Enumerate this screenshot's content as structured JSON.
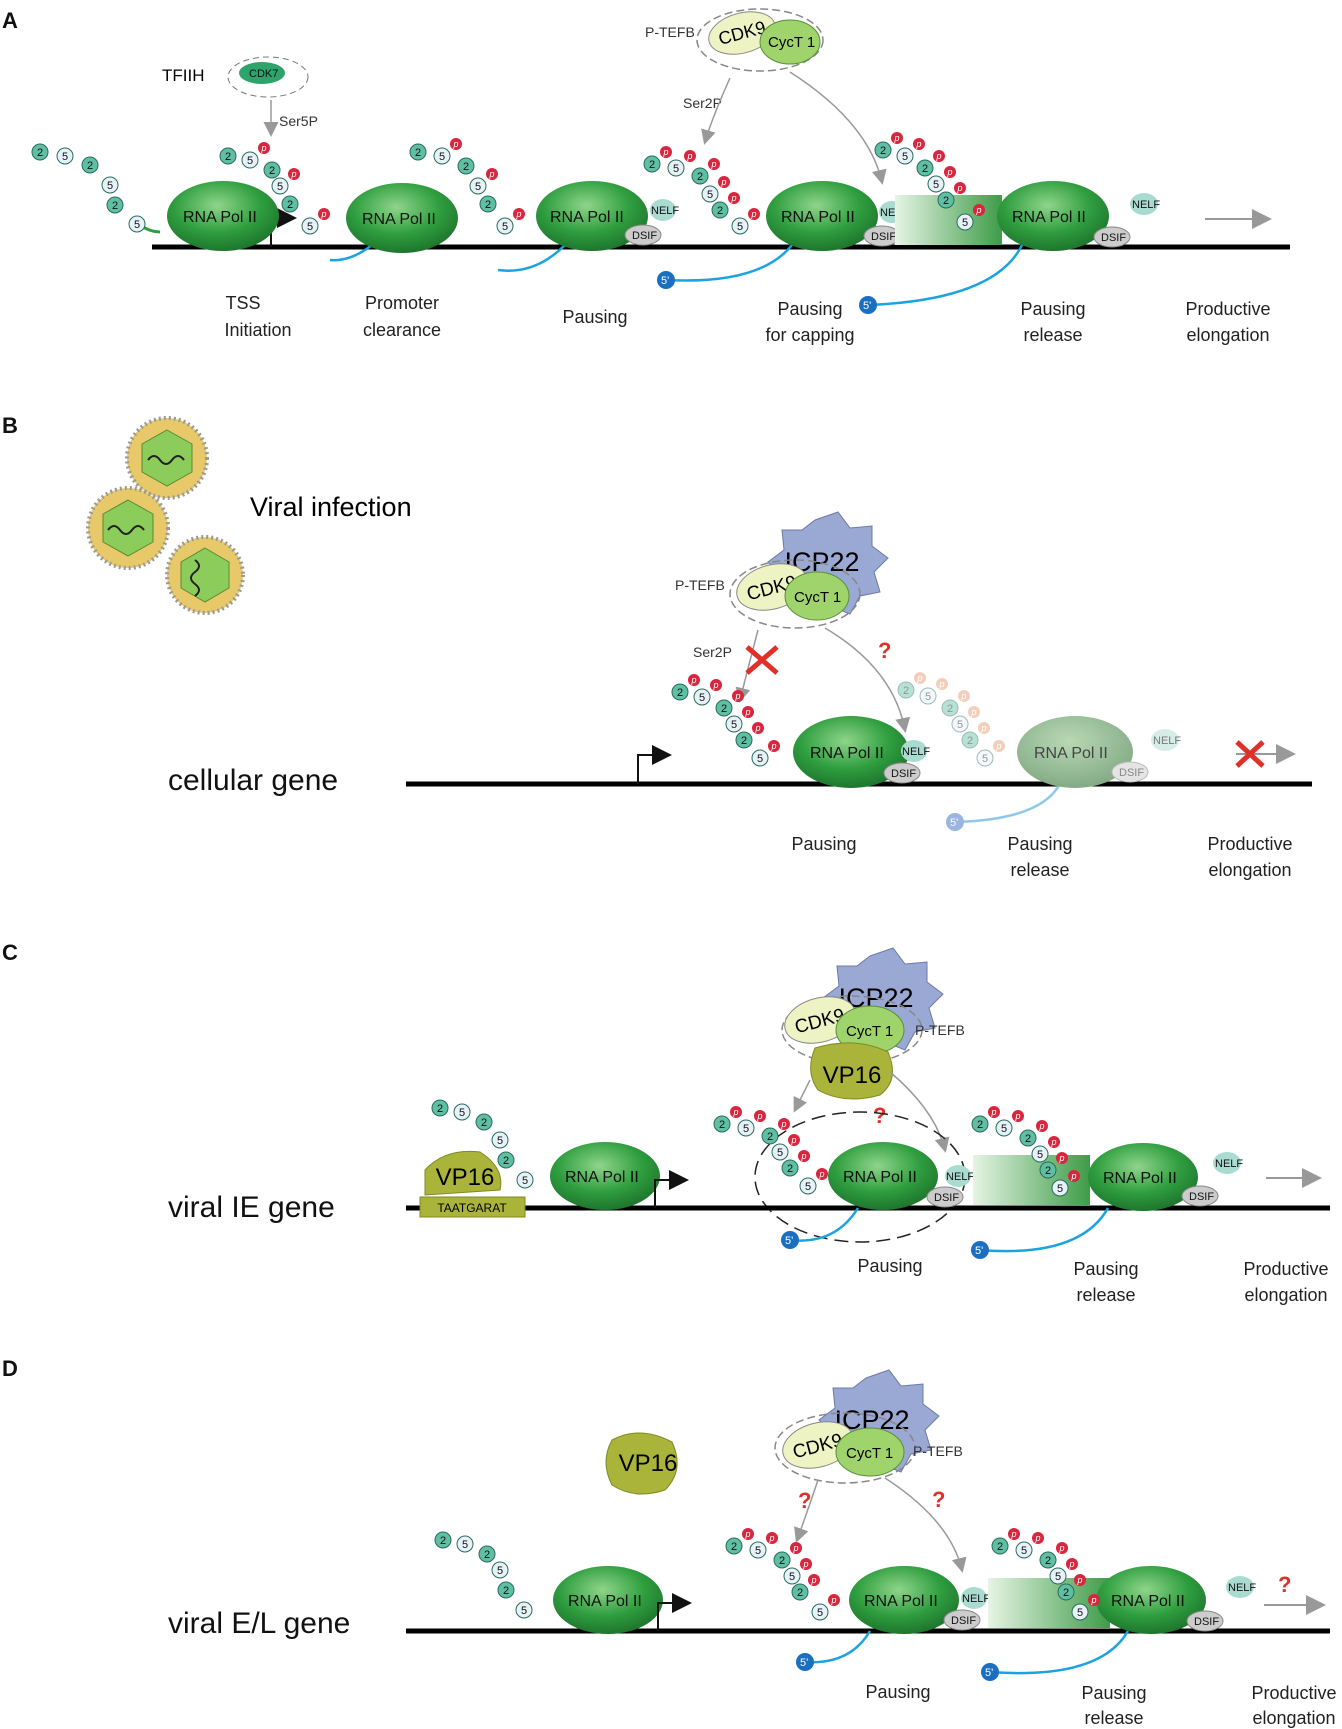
{
  "panels": {
    "A": {
      "label": "A",
      "tfiih": "TFIIH",
      "cdk7": "CDK7",
      "ser5p": "Ser5P",
      "ptefb": "P-TEFB",
      "cdk9": "CDK9",
      "cyct1": "CycT 1",
      "ser2p": "Ser2P",
      "stages": [
        "TSS",
        "Initiation",
        "Promoter",
        "clearance",
        "Pausing",
        "Pausing",
        "for capping",
        "Pausing",
        "release",
        "Productive",
        "elongation"
      ]
    },
    "B": {
      "label": "B",
      "viral_infection": "Viral infection",
      "icp22": "ICP22",
      "ptefb": "P-TEFB",
      "cdk9": "CDK9",
      "cyct1": "CycT 1",
      "ser2p": "Ser2P",
      "question": "?",
      "gene": "cellular gene",
      "stages": [
        "Pausing",
        "Pausing",
        "release",
        "Productive",
        "elongation"
      ]
    },
    "C": {
      "label": "C",
      "icp22": "ICP22",
      "cdk9": "CDK9",
      "cyct1": "CycT 1",
      "ptefb": "P-TEFB",
      "vp16": "VP16",
      "taatgarat": "TAATGARAT",
      "question": "?",
      "gene": "viral IE gene",
      "stages": [
        "Pausing",
        "Pausing",
        "release",
        "Productive",
        "elongation"
      ]
    },
    "D": {
      "label": "D",
      "icp22": "ICP22",
      "cdk9": "CDK9",
      "cyct1": "CycT 1",
      "ptefb": "P-TEFB",
      "vp16": "VP16",
      "question": "?",
      "gene": "viral E/L gene",
      "stages": [
        "Pausing",
        "Pausing",
        "release",
        "Productive",
        "elongation"
      ]
    }
  },
  "common": {
    "pol": "RNA Pol II",
    "nelf": "NELF",
    "dsif": "DSIF",
    "five_prime": "5'",
    "p": "p",
    "ctd2": "2",
    "ctd5": "5"
  },
  "colors": {
    "pol_green": "#2f9e3f",
    "teal": "#5fbfa3",
    "rna_blue": "#1aa3e0",
    "phospho_red": "#d7263d",
    "ptefb_cdk9": "#eef3c4",
    "ptefb_cyct1": "#9fd36b",
    "icp22": "#9aa8d4",
    "vp16": "#aab43a",
    "arrow_gray": "#999999",
    "cross_red": "#e0302a"
  }
}
